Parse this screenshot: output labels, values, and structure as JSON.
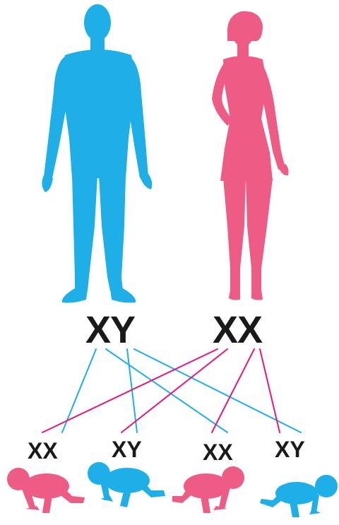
{
  "colors": {
    "male": "#1eaee8",
    "female": "#ee5c86",
    "maleLine": "#1eaee8",
    "femaleLine": "#e5177e",
    "text": "#1a1a1a"
  },
  "parents": [
    {
      "role": "father",
      "icon": "man-silhouette-icon",
      "chromosomes": "XY"
    },
    {
      "role": "mother",
      "icon": "woman-silhouette-icon",
      "chromosomes": "XX"
    }
  ],
  "children": [
    {
      "chromosomes": "XX",
      "icon": "crawling-baby-girl-icon"
    },
    {
      "chromosomes": "XY",
      "icon": "crawling-baby-boy-icon"
    },
    {
      "chromosomes": "XX",
      "icon": "crawling-baby-girl-icon"
    },
    {
      "chromosomes": "XY",
      "icon": "crawling-baby-boy-icon"
    }
  ]
}
